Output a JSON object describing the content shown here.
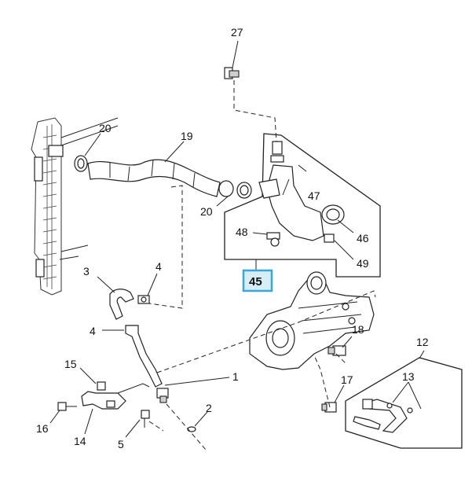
{
  "diagram": {
    "callouts": {
      "c27": "27",
      "c20a": "20",
      "c19": "19",
      "c20b": "20",
      "c47": "47",
      "c48": "48",
      "c46": "46",
      "c49": "49",
      "c45": "45",
      "c3": "3",
      "c4a": "4",
      "c4b": "4",
      "c18": "18",
      "c12": "12",
      "c15": "15",
      "c1": "1",
      "c13": "13",
      "c17": "17",
      "c2": "2",
      "c16": "16",
      "c14": "14",
      "c5": "5"
    },
    "highlight_color": "#3aa7d8",
    "highlight_fill": "#d6eef8"
  }
}
